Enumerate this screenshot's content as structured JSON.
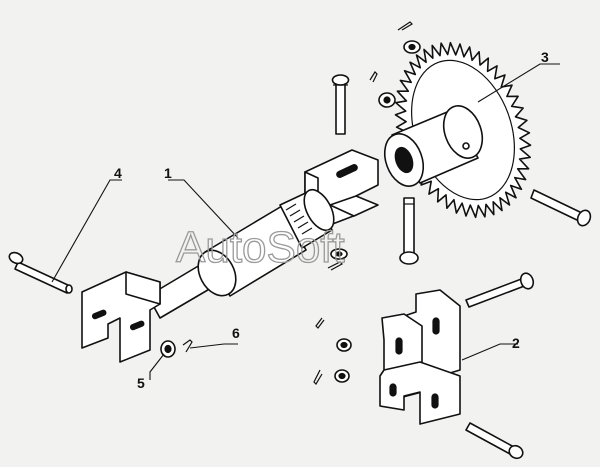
{
  "callouts": {
    "c1": "1",
    "c2": "2",
    "c3": "3",
    "c4": "4",
    "c5": "5",
    "c6": "6"
  },
  "watermark": "AutoSoft",
  "colors": {
    "ink": "#111111",
    "paper": "#f2f2f0",
    "watermark": "#9a9a9a"
  }
}
